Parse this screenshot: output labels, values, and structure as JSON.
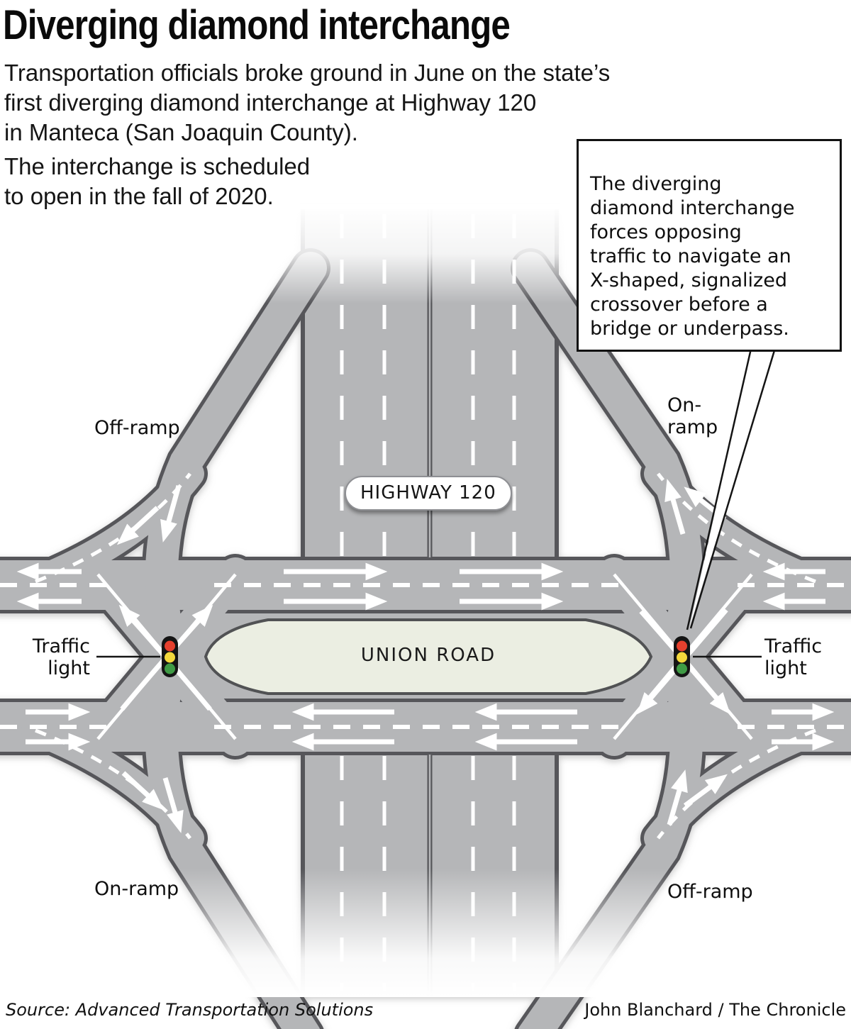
{
  "header": {
    "title": "Diverging diamond interchange",
    "intro": "Transportation officials broke ground in June on the state’s\nfirst diverging diamond interchange at Highway 120\nin Manteca (San Joaquin County).",
    "schedule": "The interchange is scheduled\nto open in the fall of 2020."
  },
  "callout": {
    "text": "The diverging\ndiamond interchange\nforces opposing\ntraffic to navigate an\nX-shaped, signalized\ncrossover before a\nbridge or underpass."
  },
  "diagram": {
    "highway_badge": "HIGHWAY 120",
    "cross_road": "UNION ROAD",
    "ramp_labels": {
      "top_left": "Off-ramp",
      "top_right": "On-\nramp",
      "bottom_left": "On-ramp",
      "bottom_right": "Off-ramp"
    },
    "traffic_light_left": "Traffic\nlight",
    "traffic_light_right": "Traffic\nlight",
    "icons": {
      "traffic_light_left": "traffic-light-icon",
      "traffic_light_right": "traffic-light-icon"
    },
    "colors": {
      "road_fill": "#b5b6b8",
      "road_outline": "#56575a",
      "island_fill": "#ebeee2",
      "island_outline": "#515254",
      "lane_marking": "#ffffff",
      "signal_body": "#141414",
      "signal_red": "#e5402e",
      "signal_yellow": "#f3d83c",
      "signal_green": "#3f9b45",
      "text": "#111111"
    }
  },
  "footer": {
    "source": "Source: Advanced Transportation Solutions",
    "credit": "John Blanchard / The Chronicle"
  }
}
